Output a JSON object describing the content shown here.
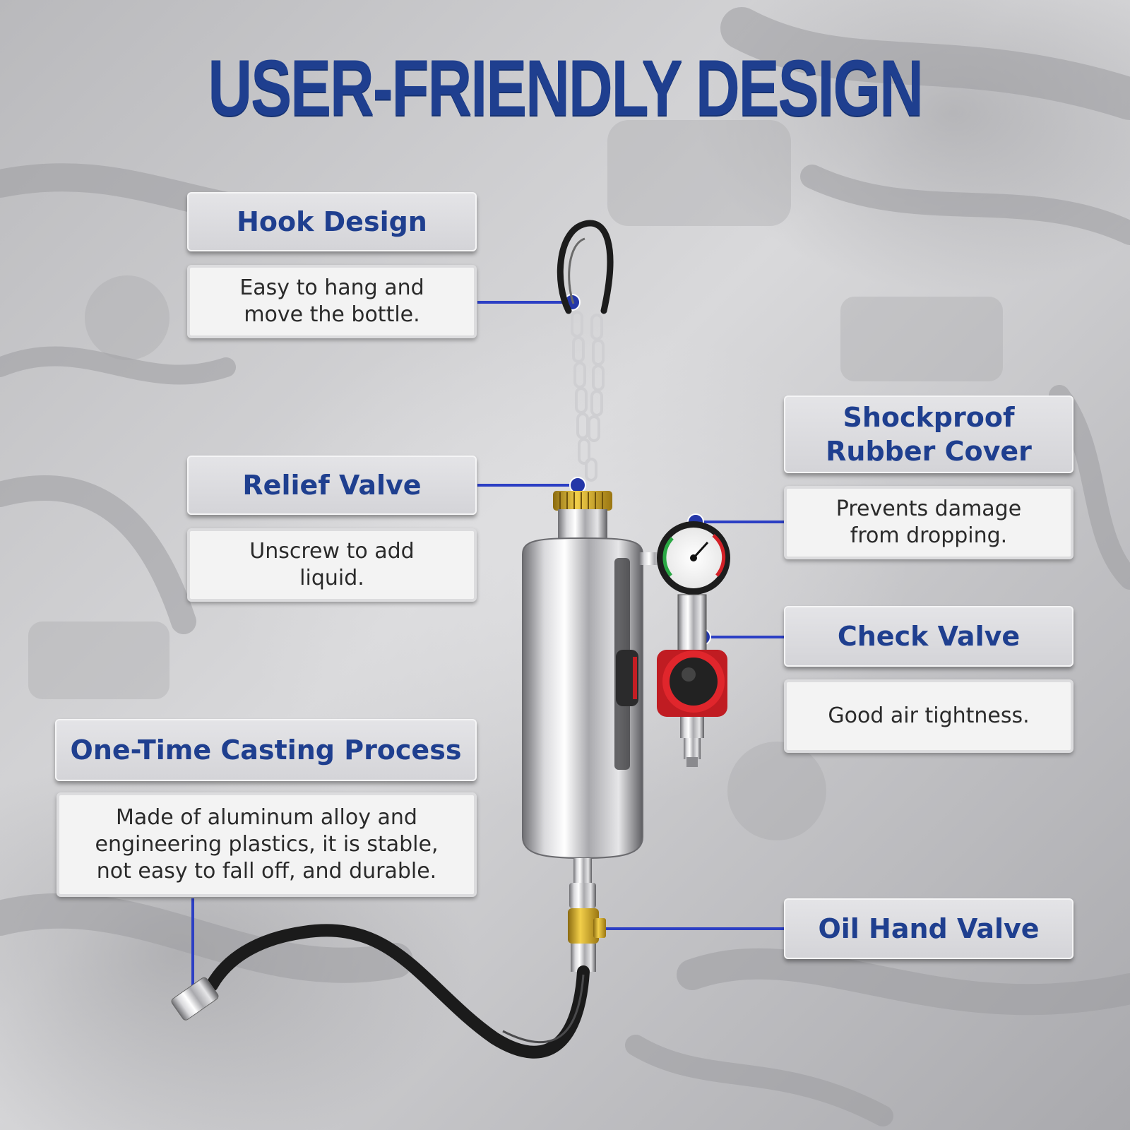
{
  "title": "USER-FRIENDLY DESIGN",
  "colors": {
    "accent": "#1f3f8f",
    "connector": "#2c3fc4",
    "dot": "#2437a8"
  },
  "features": [
    {
      "heading": "Hook Design",
      "description": "Easy to hang and move the bottle."
    },
    {
      "heading": "Relief Valve",
      "description": "Unscrew to add liquid."
    },
    {
      "heading": "One-Time Casting Process",
      "description": "Made of aluminum alloy and engineering plastics, it is stable, not easy to fall off, and durable."
    },
    {
      "heading": "Shockproof Rubber Cover",
      "description": "Prevents damage from dropping."
    },
    {
      "heading": "Check Valve",
      "description": "Good air tightness."
    },
    {
      "heading": "Oil Hand Valve"
    }
  ]
}
